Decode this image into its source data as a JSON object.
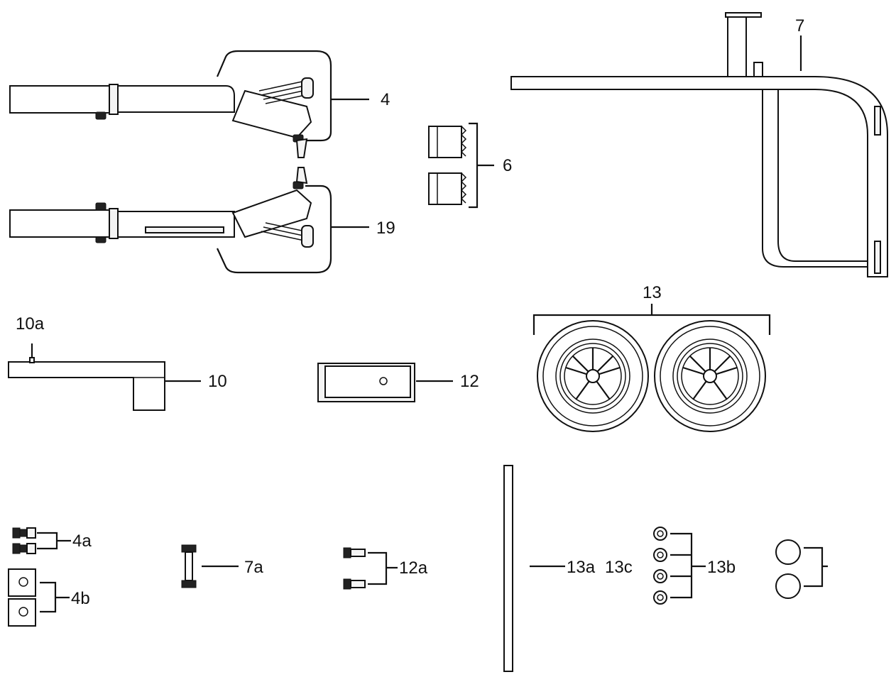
{
  "labels": {
    "p4": "4",
    "p6": "6",
    "p7": "7",
    "p19": "19",
    "p10a": "10a",
    "p10": "10",
    "p12": "12",
    "p13": "13",
    "p4a": "4a",
    "p4b": "4b",
    "p7a": "7a",
    "p12a": "12a",
    "p13a": "13a",
    "p13c": "13c",
    "p13b": "13b"
  }
}
